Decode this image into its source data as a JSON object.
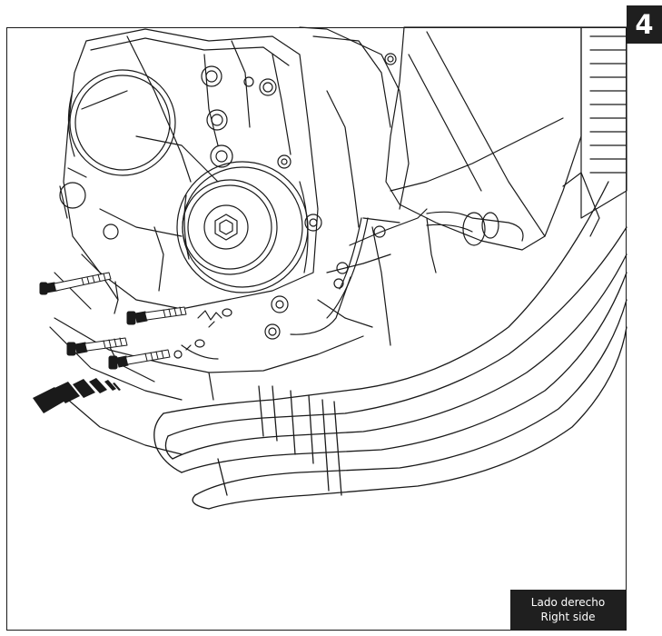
{
  "step": {
    "number": "4"
  },
  "label": {
    "line1": "Lado derecho",
    "line2": "Right side"
  },
  "illustration": {
    "subject": "motorcycle-engine-right-side",
    "parts": [
      "engine-casing",
      "round-side-cover",
      "radiator",
      "exhaust-headers",
      "frame-mounting-bolts",
      "direction-arrow"
    ]
  },
  "colors": {
    "ink": "#1a1a1a",
    "badge": "#1f1f1f",
    "background": "#ffffff"
  }
}
